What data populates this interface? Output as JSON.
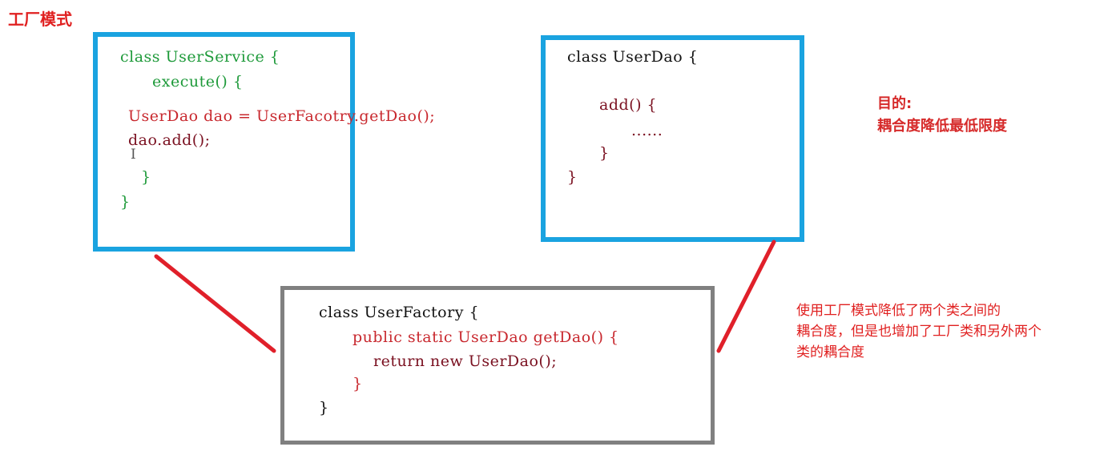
{
  "title": "工厂模式",
  "boxes": {
    "user_service": {
      "line1": "class UserService {",
      "line2": "execute() {",
      "line3": "UserDao dao = UserFacotry.getDao();",
      "line4": "dao.add();",
      "cursor": "I",
      "line5": "}",
      "line6": "}"
    },
    "user_dao": {
      "line1": "class UserDao {",
      "line2": "add() {",
      "line3": "......",
      "line4": "}",
      "line5": "}"
    },
    "user_factory": {
      "line1": "class UserFactory {",
      "line2": "public static UserDao getDao() {",
      "line3": "return new UserDao();",
      "line4": "}",
      "line5": "}"
    }
  },
  "notes": {
    "purpose_label": "目的:",
    "purpose_text": "耦合度降低最低限度",
    "explain_line1": "使用工厂模式降低了两个类之间的",
    "explain_line2": "耦合度，但是也增加了工厂类和另外两个",
    "explain_line3": "类的耦合度"
  },
  "colors": {
    "box_border_blue": "#1aa3e0",
    "box_border_gray": "#808080",
    "connector_red": "#e0202a"
  }
}
